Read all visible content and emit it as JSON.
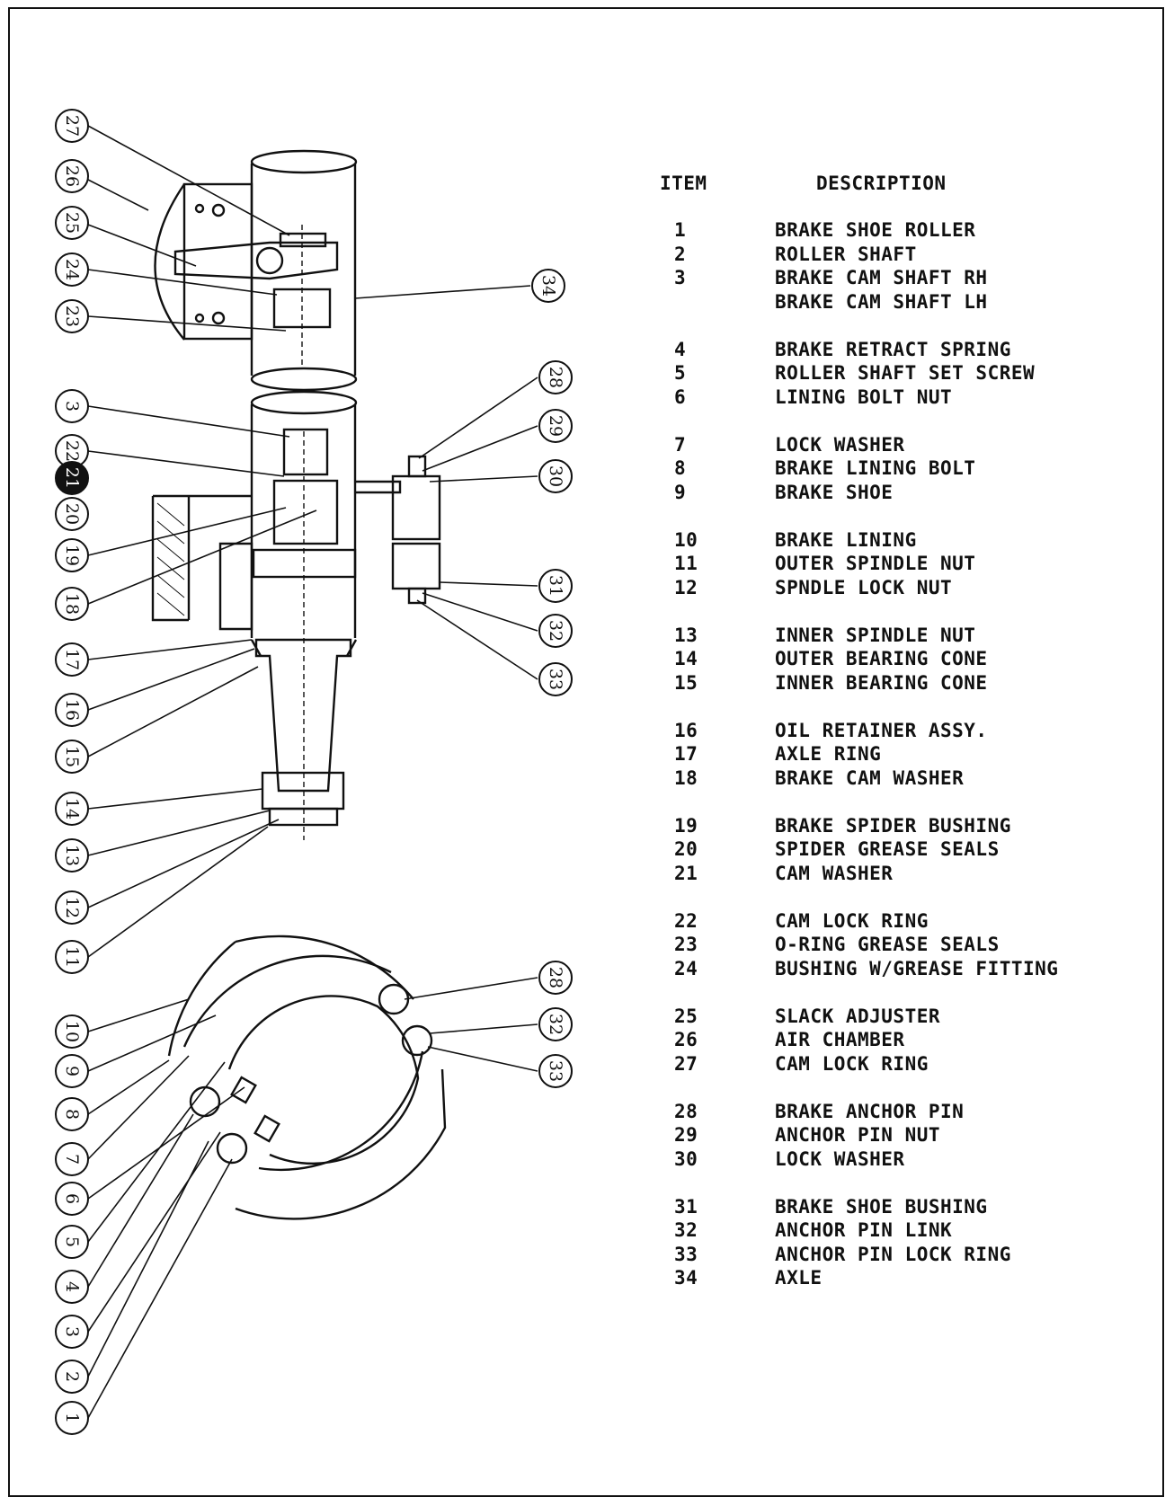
{
  "table": {
    "header_item": "ITEM",
    "header_description": "DESCRIPTION",
    "rows": [
      {
        "item": "1",
        "description": "BRAKE SHOE ROLLER"
      },
      {
        "item": "2",
        "description": "ROLLER SHAFT"
      },
      {
        "item": "3",
        "description": "BRAKE CAM SHAFT RH"
      },
      {
        "item": "",
        "description": "BRAKE CAM SHAFT LH"
      },
      {
        "item": "4",
        "description": "BRAKE RETRACT SPRING"
      },
      {
        "item": "5",
        "description": "ROLLER SHAFT SET SCREW"
      },
      {
        "item": "6",
        "description": "LINING BOLT NUT"
      },
      {
        "item": "7",
        "description": "LOCK WASHER"
      },
      {
        "item": "8",
        "description": "BRAKE LINING BOLT"
      },
      {
        "item": "9",
        "description": "BRAKE SHOE"
      },
      {
        "item": "10",
        "description": "BRAKE LINING"
      },
      {
        "item": "11",
        "description": "OUTER SPINDLE NUT"
      },
      {
        "item": "12",
        "description": "SPNDLE LOCK NUT"
      },
      {
        "item": "13",
        "description": "INNER SPINDLE NUT"
      },
      {
        "item": "14",
        "description": "OUTER BEARING CONE"
      },
      {
        "item": "15",
        "description": "INNER BEARING CONE"
      },
      {
        "item": "16",
        "description": "OIL RETAINER ASSY."
      },
      {
        "item": "17",
        "description": "AXLE RING"
      },
      {
        "item": "18",
        "description": "BRAKE CAM WASHER"
      },
      {
        "item": "19",
        "description": "BRAKE SPIDER BUSHING"
      },
      {
        "item": "20",
        "description": "SPIDER GREASE SEALS"
      },
      {
        "item": "21",
        "description": "CAM WASHER"
      },
      {
        "item": "22",
        "description": "CAM LOCK RING"
      },
      {
        "item": "23",
        "description": "O-RING GREASE SEALS"
      },
      {
        "item": "24",
        "description": "BUSHING W/GREASE FITTING"
      },
      {
        "item": "25",
        "description": "SLACK ADJUSTER"
      },
      {
        "item": "26",
        "description": "AIR CHAMBER"
      },
      {
        "item": "27",
        "description": "CAM LOCK RING"
      },
      {
        "item": "28",
        "description": "BRAKE ANCHOR PIN"
      },
      {
        "item": "29",
        "description": "ANCHOR PIN NUT"
      },
      {
        "item": "30",
        "description": "LOCK WASHER"
      },
      {
        "item": "31",
        "description": "BRAKE SHOE BUSHING"
      },
      {
        "item": "32",
        "description": "ANCHOR PIN LINK"
      },
      {
        "item": "33",
        "description": "ANCHOR PIN LOCK RING"
      },
      {
        "item": "34",
        "description": "AXLE"
      }
    ]
  },
  "callouts": {
    "top_view": [
      "27",
      "26",
      "25",
      "24",
      "23",
      "34"
    ],
    "side_view_left": [
      "3",
      "22",
      "21",
      "20",
      "19",
      "18",
      "17",
      "16",
      "15",
      "14",
      "13",
      "12",
      "11"
    ],
    "side_view_right": [
      "28",
      "29",
      "30",
      "31",
      "32",
      "33"
    ],
    "shoe_view_left": [
      "10",
      "9",
      "8",
      "7",
      "6",
      "5",
      "4",
      "3",
      "2",
      "1"
    ],
    "shoe_view_right": [
      "28",
      "32",
      "33"
    ],
    "inverted": [
      "21"
    ]
  }
}
